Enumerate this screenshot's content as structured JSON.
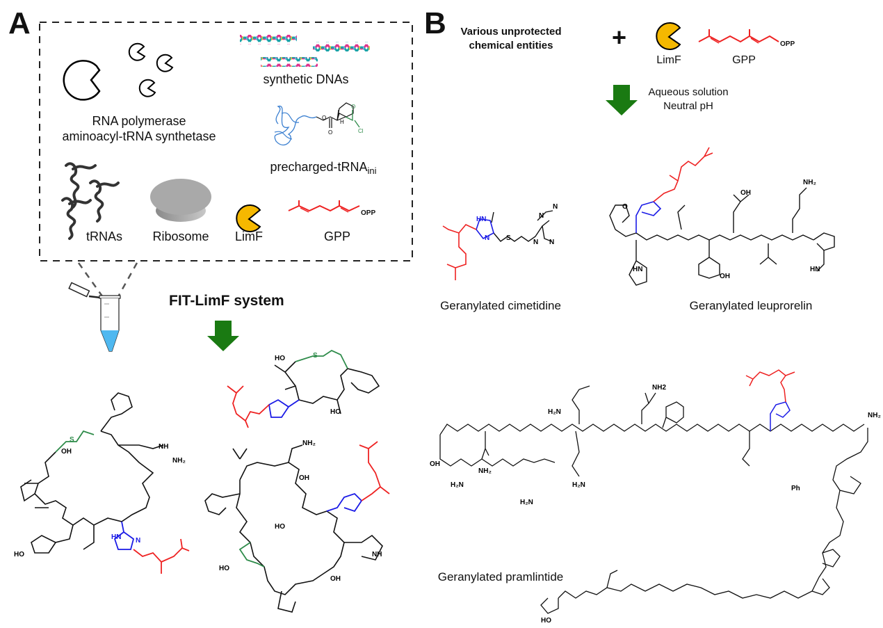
{
  "panel_a": {
    "label": "A",
    "components": {
      "enzymes_label_line1": "RNA polymerase",
      "enzymes_label_line2": "aminoacyl-tRNA synthetase",
      "dna_label": "synthetic DNAs",
      "precharged_label": "precharged-tRNA",
      "precharged_subscript": "ini",
      "trnas_label": "tRNAs",
      "ribosome_label": "Ribosome",
      "limf_label": "LimF",
      "gpp_label": "GPP",
      "gpp_group": "OPP"
    },
    "system_title": "FIT-LimF system",
    "colors": {
      "limf_fill": "#F5B800",
      "geranyl": "#EE2222",
      "imidazole": "#1A1AE6",
      "thioether": "#2E8B4A",
      "arrow": "#1A7A12",
      "tube_liquid": "#4FB8F0",
      "trna_blue": "#3A7FD0"
    }
  },
  "panel_b": {
    "label": "B",
    "reactant_line1": "Various unprotected",
    "reactant_line2": "chemical entities",
    "plus": "+",
    "limf_label": "LimF",
    "gpp_label": "GPP",
    "gpp_group": "OPP",
    "condition_line1": "Aqueous solution",
    "condition_line2": "Neutral pH",
    "products": [
      {
        "name": "Geranylated cimetidine"
      },
      {
        "name": "Geranylated leuprorelin"
      },
      {
        "name": "Geranylated pramlintide"
      }
    ]
  }
}
